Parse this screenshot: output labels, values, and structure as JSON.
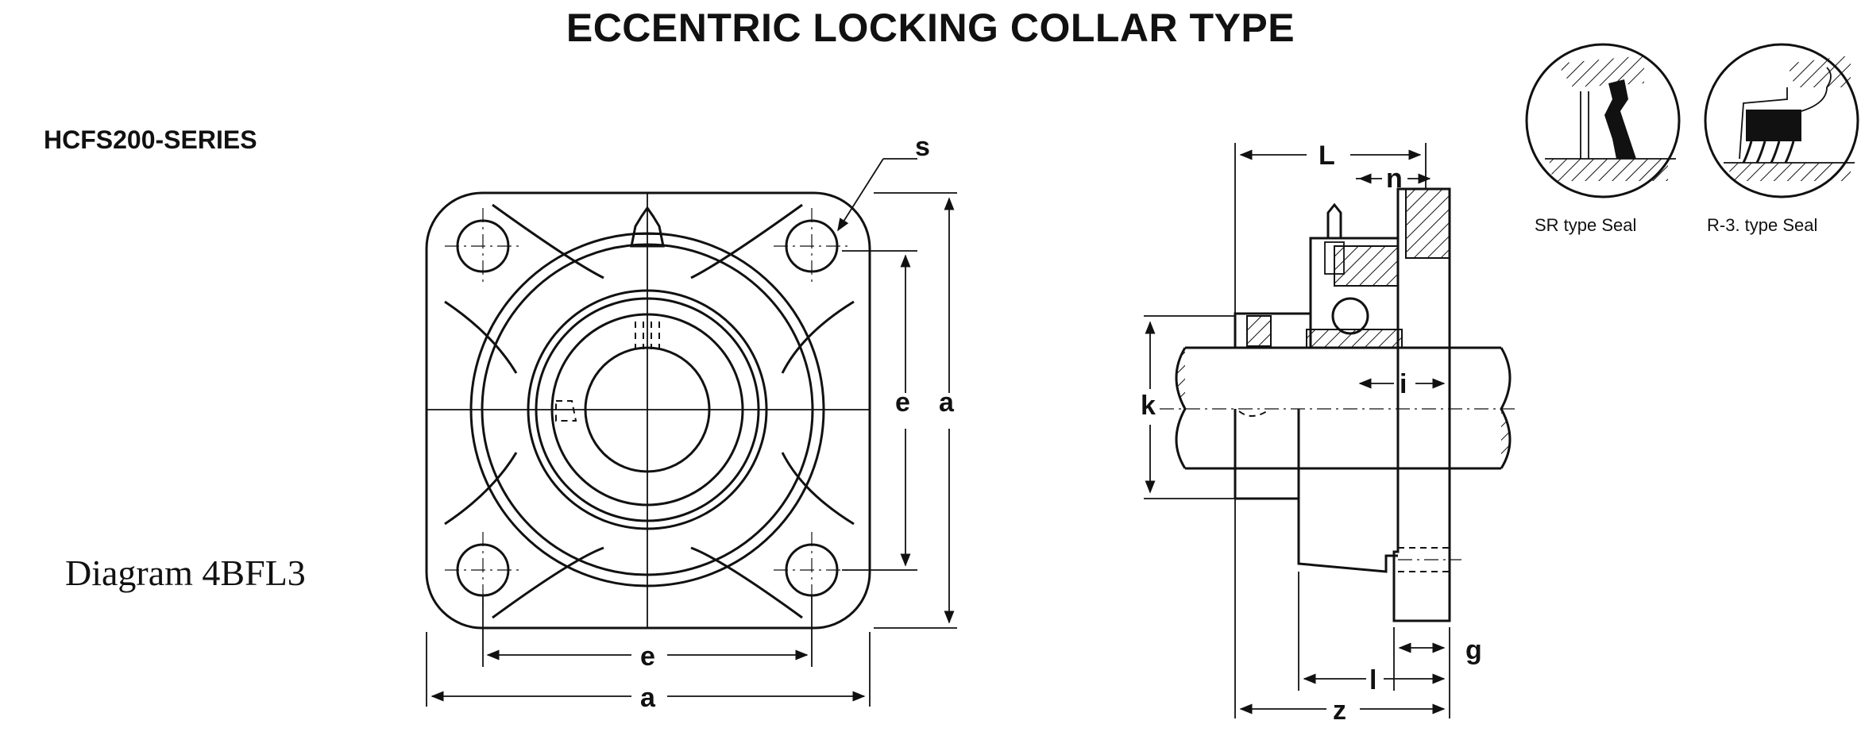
{
  "title": "ECCENTRIC LOCKING COLLAR TYPE",
  "series": "HCFS200-SERIES",
  "diagram_ref": "Diagram 4BFL3",
  "front_view": {
    "labels": {
      "s": "s",
      "e_vertical": "e",
      "a_vertical": "a",
      "e_horizontal": "e",
      "a_horizontal": "a"
    }
  },
  "side_view": {
    "labels": {
      "L": "L",
      "n": "n",
      "i": "i",
      "k": "k",
      "g": "g",
      "l": "l",
      "z": "z"
    }
  },
  "seals": {
    "sr": "SR type Seal",
    "r3": "R-3. type Seal"
  }
}
